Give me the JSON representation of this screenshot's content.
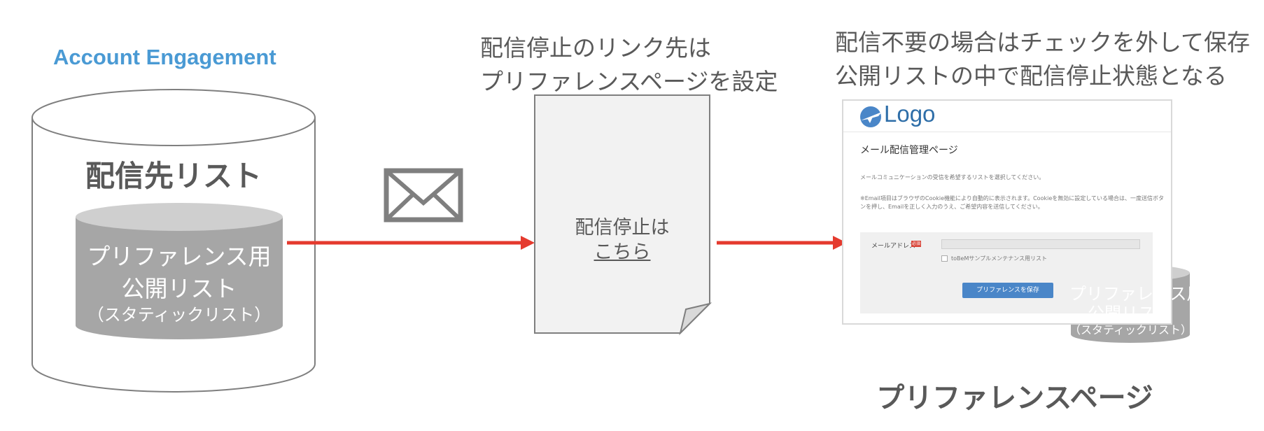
{
  "left": {
    "brand": "Account Engagement",
    "db_title": "配信先リスト",
    "inner_lines": [
      "プリファレンス用",
      "公開リスト",
      "（スタティックリスト）"
    ]
  },
  "middle": {
    "caption_lines": [
      "配信停止のリンク先は",
      "プリファレンスページを設定"
    ],
    "doc_text": "配信停止は",
    "doc_link": "こちら",
    "envelope_icon": "envelope-icon"
  },
  "right": {
    "caption_lines": [
      "配信不要の場合はチェックを外して保存",
      "公開リストの中で配信停止状態となる"
    ],
    "page_label": "プリファレンスページ",
    "mock": {
      "logo": "Logo",
      "title": "メール配信管理ページ",
      "desc1": "メールコミュニケーションの受信を希望するリストを選択してください。",
      "desc2": "※Email項目はブラウザのCookie機能により自動的に表示されます。Cookieを無効に設定している場合は、一度送信ボタンを押し、Emailを正しく入力のうえ、ご希望内容を送信してください。",
      "email_label": "メールアドレス",
      "required_badge": "必須",
      "list_name": "toBeMサンプルメンテナンス用リスト",
      "save_button": "プリファレンスを保存"
    },
    "small_db_lines": [
      "プリファレンス用",
      "公開リスト",
      "（スタティックリスト）"
    ]
  },
  "colors": {
    "arrow": "#e53a2e",
    "brand": "#4a9ad4",
    "cylinder_fill": "#a6a6a6",
    "text_gray": "#595959"
  }
}
